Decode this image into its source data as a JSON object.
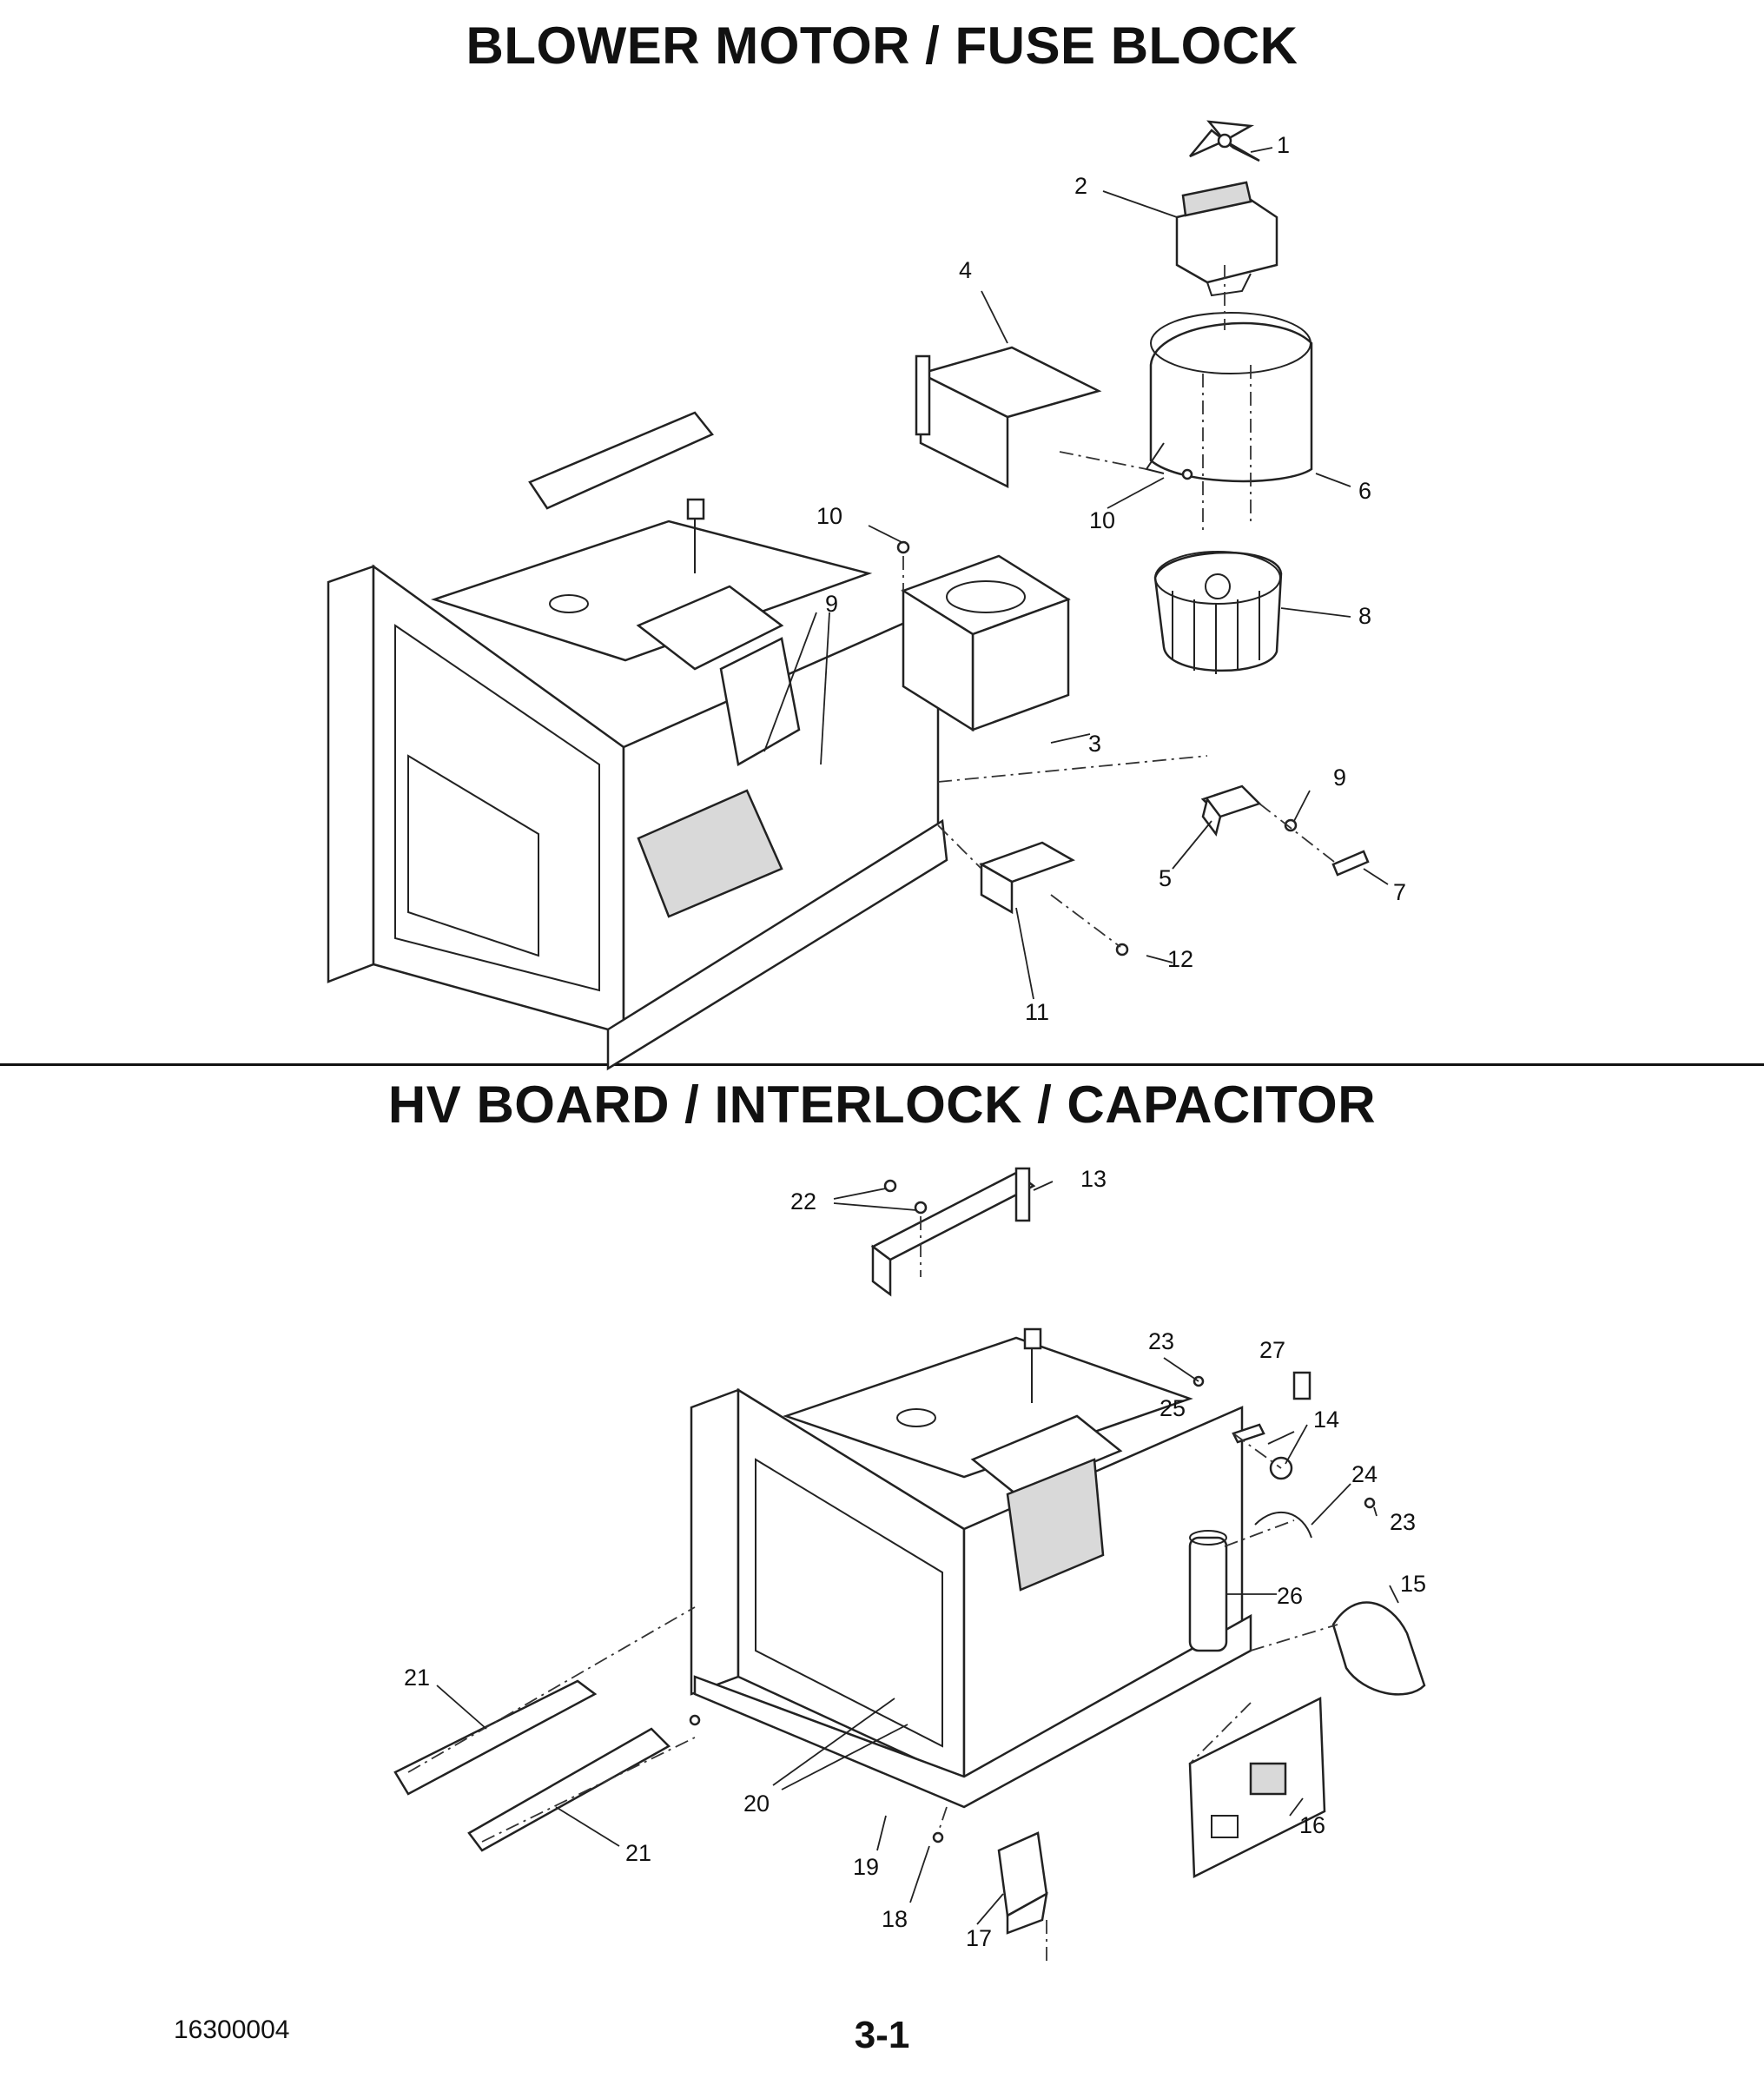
{
  "sections": [
    {
      "title": "BLOWER MOTOR / FUSE BLOCK",
      "callouts": [
        "1",
        "2",
        "3",
        "4",
        "5",
        "6",
        "7",
        "8",
        "9",
        "9",
        "10",
        "10",
        "11",
        "12"
      ]
    },
    {
      "title": "HV BOARD / INTERLOCK / CAPACITOR",
      "callouts": [
        "13",
        "14",
        "15",
        "16",
        "17",
        "18",
        "19",
        "20",
        "21",
        "21",
        "22",
        "23",
        "23",
        "24",
        "25",
        "26",
        "27"
      ]
    }
  ],
  "footer": {
    "document_code": "16300004",
    "page_number": "3-1"
  }
}
